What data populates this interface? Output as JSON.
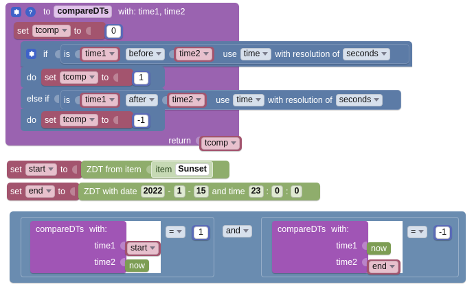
{
  "workspace": {
    "background": "#ffffff",
    "colors": {
      "procedure": "#9a63b0",
      "variable_set": "#a3546e",
      "logic": "#5c7ba6",
      "datetime_green": "#7d9d54",
      "number": "#5a6ab8",
      "container_steel": "#6a8cb0",
      "call_purple": "#a055b5"
    }
  },
  "procedure": {
    "gear_icon": "gear-icon",
    "help_icon": "help-icon",
    "to_label": "to",
    "name": "compareDTs",
    "with_label": "with: time1, time2",
    "body": {
      "init": {
        "set_label": "set",
        "variable": "tcomp",
        "to_label": "to",
        "value": "0"
      },
      "if_block": {
        "gear_icon": "gear-icon",
        "if_label": "if",
        "condition_1": {
          "is_label": "is",
          "operand_a": "time1",
          "comparator": "before",
          "operand_b": "time2",
          "use_label": "use",
          "use_value": "time",
          "resolution_label": "with resolution of",
          "resolution_value": "seconds"
        },
        "do_label_1": "do",
        "do_1": {
          "set_label": "set",
          "variable": "tcomp",
          "to_label": "to",
          "value": "1"
        },
        "else_if_label": "else if",
        "condition_2": {
          "is_label": "is",
          "operand_a": "time1",
          "comparator": "after",
          "operand_b": "time2",
          "use_label": "use",
          "use_value": "time",
          "resolution_label": "with resolution of",
          "resolution_value": "seconds"
        },
        "do_label_2": "do",
        "do_2": {
          "set_label": "set",
          "variable": "tcomp",
          "to_label": "to",
          "value": "-1"
        }
      },
      "return_label": "return",
      "return_value": "tcomp"
    }
  },
  "assignments": [
    {
      "set_label": "set",
      "variable": "start",
      "to_label": "to",
      "value_block": {
        "label": "ZDT from item",
        "item_label": "item",
        "item_value": "Sunset"
      }
    },
    {
      "set_label": "set",
      "variable": "end",
      "to_label": "to",
      "value_block": {
        "label": "ZDT with date",
        "year": "2022",
        "dash1": "-",
        "month": "1",
        "dash2": "-",
        "day": "15",
        "and_time_label": "and time",
        "hour": "23",
        "colon1": ":",
        "minute": "0",
        "colon2": ":",
        "second": "0"
      }
    }
  ],
  "condition_group": {
    "operator": "and",
    "left": {
      "call_label": "compareDTs",
      "with_label": "with:",
      "args": [
        {
          "name": "time1",
          "value": "start",
          "kind": "variable"
        },
        {
          "name": "time2",
          "value": "now",
          "kind": "green"
        }
      ],
      "comparator": "=",
      "compare_value": "1"
    },
    "right": {
      "call_label": "compareDTs",
      "with_label": "with:",
      "args": [
        {
          "name": "time1",
          "value": "now",
          "kind": "green"
        },
        {
          "name": "time2",
          "value": "end",
          "kind": "variable"
        }
      ],
      "comparator": "=",
      "compare_value": "-1"
    }
  }
}
